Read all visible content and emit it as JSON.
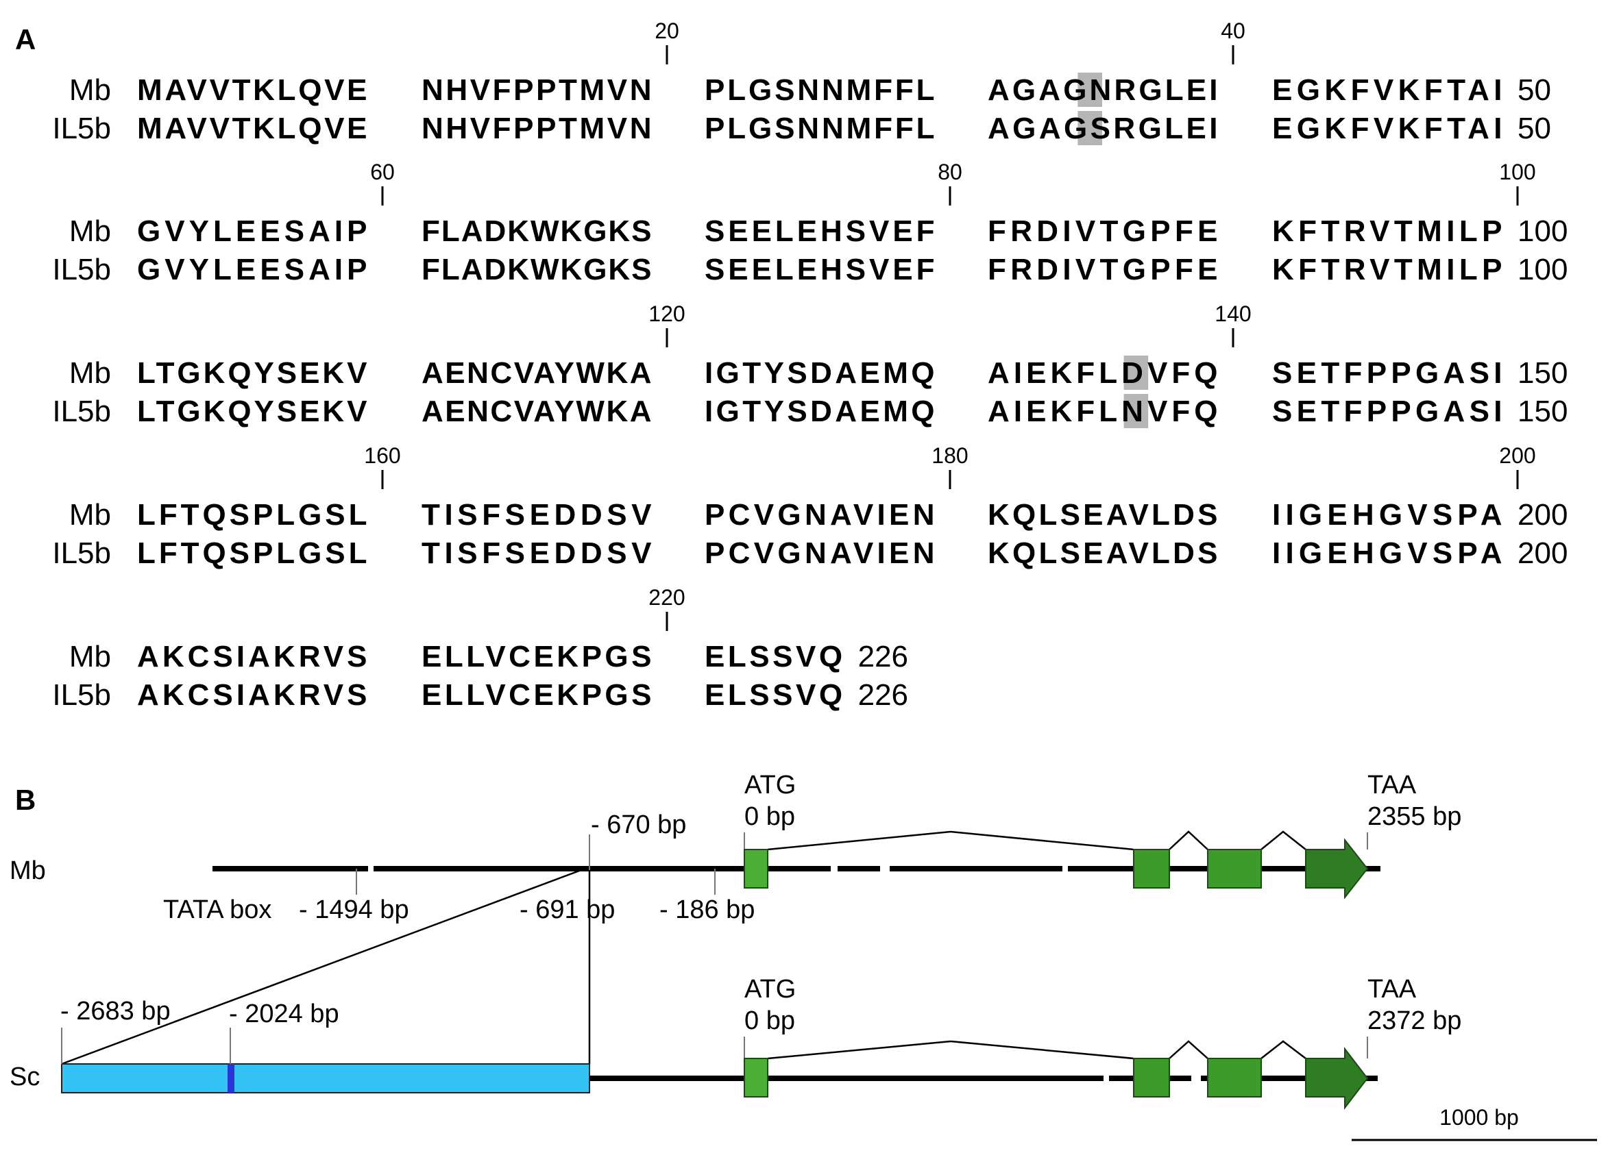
{
  "panel_a": {
    "label": "A",
    "rows": [
      {
        "ticks": [
          {
            "label": "20",
            "after_block": 1
          },
          {
            "label": "40",
            "after_block": 3
          }
        ],
        "mb": [
          "MAVVTKLQVE",
          "NHVFPPTMVN",
          "PLGSNNMFFL",
          "AGAGNRGLEI",
          "EGKFVKFTAI"
        ],
        "il5b": [
          "MAVVTKLQVE",
          "NHVFPPTMVN",
          "PLGSNNMFFL",
          "AGAGSRGLEI",
          "EGKFVKFTAI"
        ],
        "end": "50",
        "highlight": {
          "block": 3,
          "pos": 4
        }
      },
      {
        "ticks": [
          {
            "label": "60",
            "after_block": 0
          },
          {
            "label": "80",
            "after_block": 2
          },
          {
            "label": "100",
            "after_block": 4
          }
        ],
        "mb": [
          "GVYLEESAIP",
          "FLADKWKGKS",
          "SEELEHSVEF",
          "FRDIVTGPFE",
          "KFTRVTMILP"
        ],
        "il5b": [
          "GVYLEESAIP",
          "FLADKWKGKS",
          "SEELEHSVEF",
          "FRDIVTGPFE",
          "KFTRVTMILP"
        ],
        "end": "100",
        "highlight": null
      },
      {
        "ticks": [
          {
            "label": "120",
            "after_block": 1
          },
          {
            "label": "140",
            "after_block": 3
          }
        ],
        "mb": [
          "LTGKQYSEKV",
          "AENCVAYWKA",
          "IGTYSDAEMQ",
          "AIEKFLDVFQ",
          "SETFPPGASI"
        ],
        "il5b": [
          "LTGKQYSEKV",
          "AENCVAYWKA",
          "IGTYSDAEMQ",
          "AIEKFLNVFQ",
          "SETFPPGASI"
        ],
        "end": "150",
        "highlight": {
          "block": 3,
          "pos": 6
        }
      },
      {
        "ticks": [
          {
            "label": "160",
            "after_block": 0
          },
          {
            "label": "180",
            "after_block": 2
          },
          {
            "label": "200",
            "after_block": 4
          }
        ],
        "mb": [
          "LFTQSPLGSL",
          "TISFSEDDSV",
          "PCVGNAVIEN",
          "KQLSEAVLDS",
          "IIGEHGVSPA"
        ],
        "il5b": [
          "LFTQSPLGSL",
          "TISFSEDDSV",
          "PCVGNAVIEN",
          "KQLSEAVLDS",
          "IIGEHGVSPA"
        ],
        "end": "200",
        "highlight": null
      },
      {
        "ticks": [
          {
            "label": "220",
            "after_block": 1
          }
        ],
        "mb": [
          "AKCSIAKRVS",
          "ELLVCEKPGS",
          "ELSSVQ"
        ],
        "il5b": [
          "AKCSIAKRVS",
          "ELLVCEKPGS",
          "ELSSVQ"
        ],
        "end": "226",
        "highlight": null
      }
    ],
    "name_mb": "Mb",
    "name_il5b": "IL5b"
  },
  "panel_b": {
    "label": "B",
    "track_mb": "Mb",
    "track_sc": "Sc",
    "mb_annotations": {
      "atg": "ATG",
      "atg_pos": "0 bp",
      "taa": "TAA",
      "taa_pos": "2355 bp",
      "tata": "TATA box",
      "m1494": "- 1494 bp",
      "m691": "- 691 bp",
      "m186": "- 186 bp",
      "m670": "- 670 bp"
    },
    "sc_annotations": {
      "atg": "ATG",
      "atg_pos": "0 bp",
      "taa": "TAA",
      "taa_pos": "2372 bp",
      "m2683": "- 2683 bp",
      "m2024": "- 2024 bp"
    },
    "scale_bar": "1000 bp",
    "colors": {
      "exon_light": "#4caf35",
      "exon_mid": "#3d9b2a",
      "exon_dark": "#2e7d22",
      "insert": "#33c4f5",
      "insert_mark": "#2a35d8"
    }
  }
}
